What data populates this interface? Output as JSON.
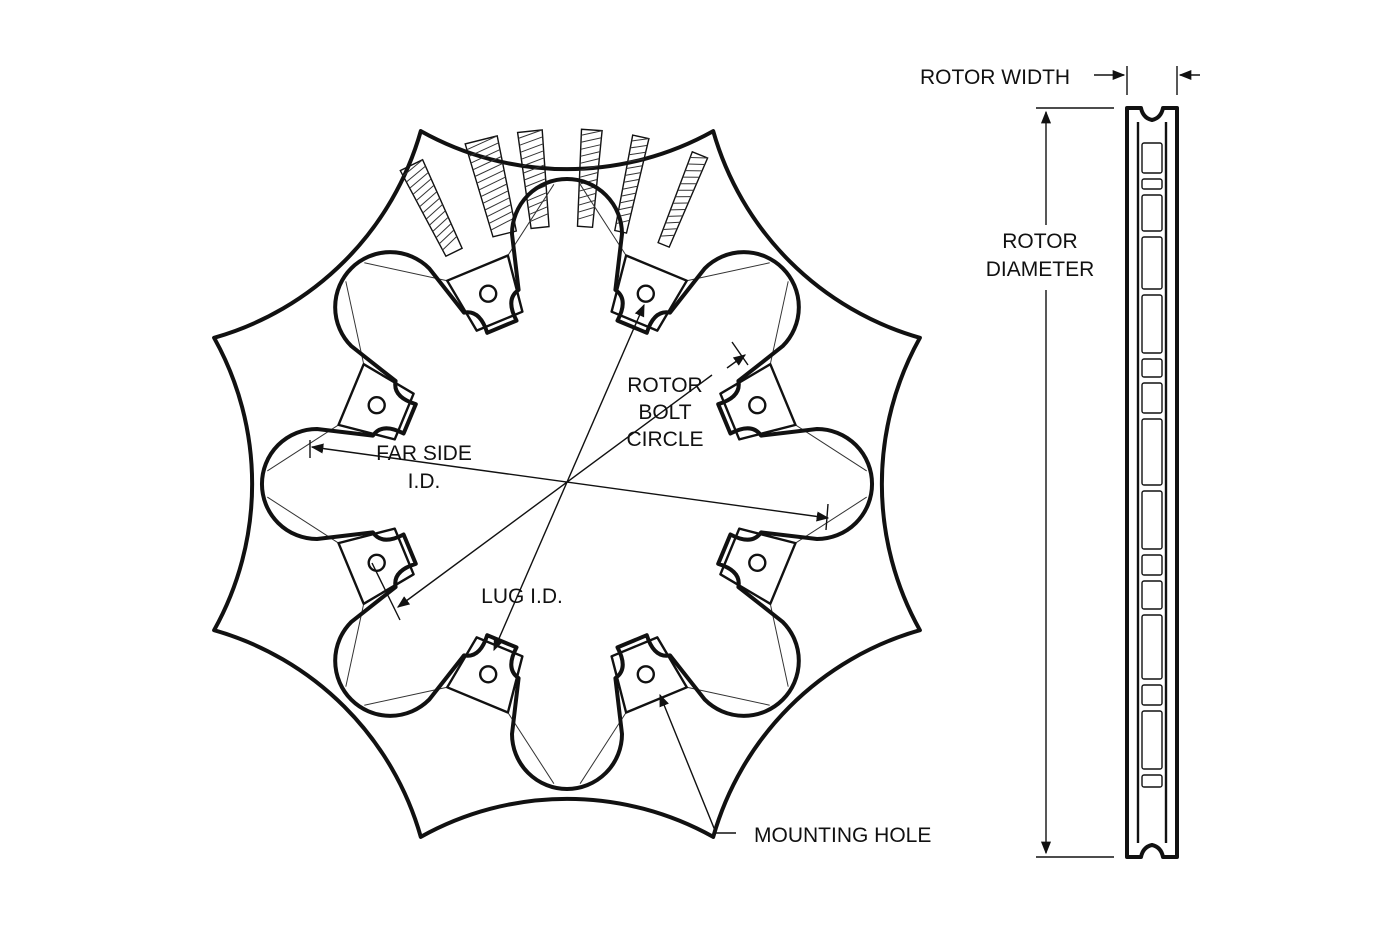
{
  "labels": {
    "rotor_width": "ROTOR WIDTH",
    "rotor_diameter_1": "ROTOR",
    "rotor_diameter_2": "DIAMETER",
    "bolt_circle_1": "ROTOR",
    "bolt_circle_2": "BOLT",
    "bolt_circle_3": "CIRCLE",
    "far_side_1": "FAR SIDE",
    "far_side_2": "I.D.",
    "lug_id": "LUG I.D.",
    "mounting_hole": "MOUNTING HOLE"
  },
  "rotor": {
    "lobe_count": 8,
    "mounting_hole_count": 8
  },
  "colors": {
    "line": "#111111",
    "background": "#ffffff"
  }
}
